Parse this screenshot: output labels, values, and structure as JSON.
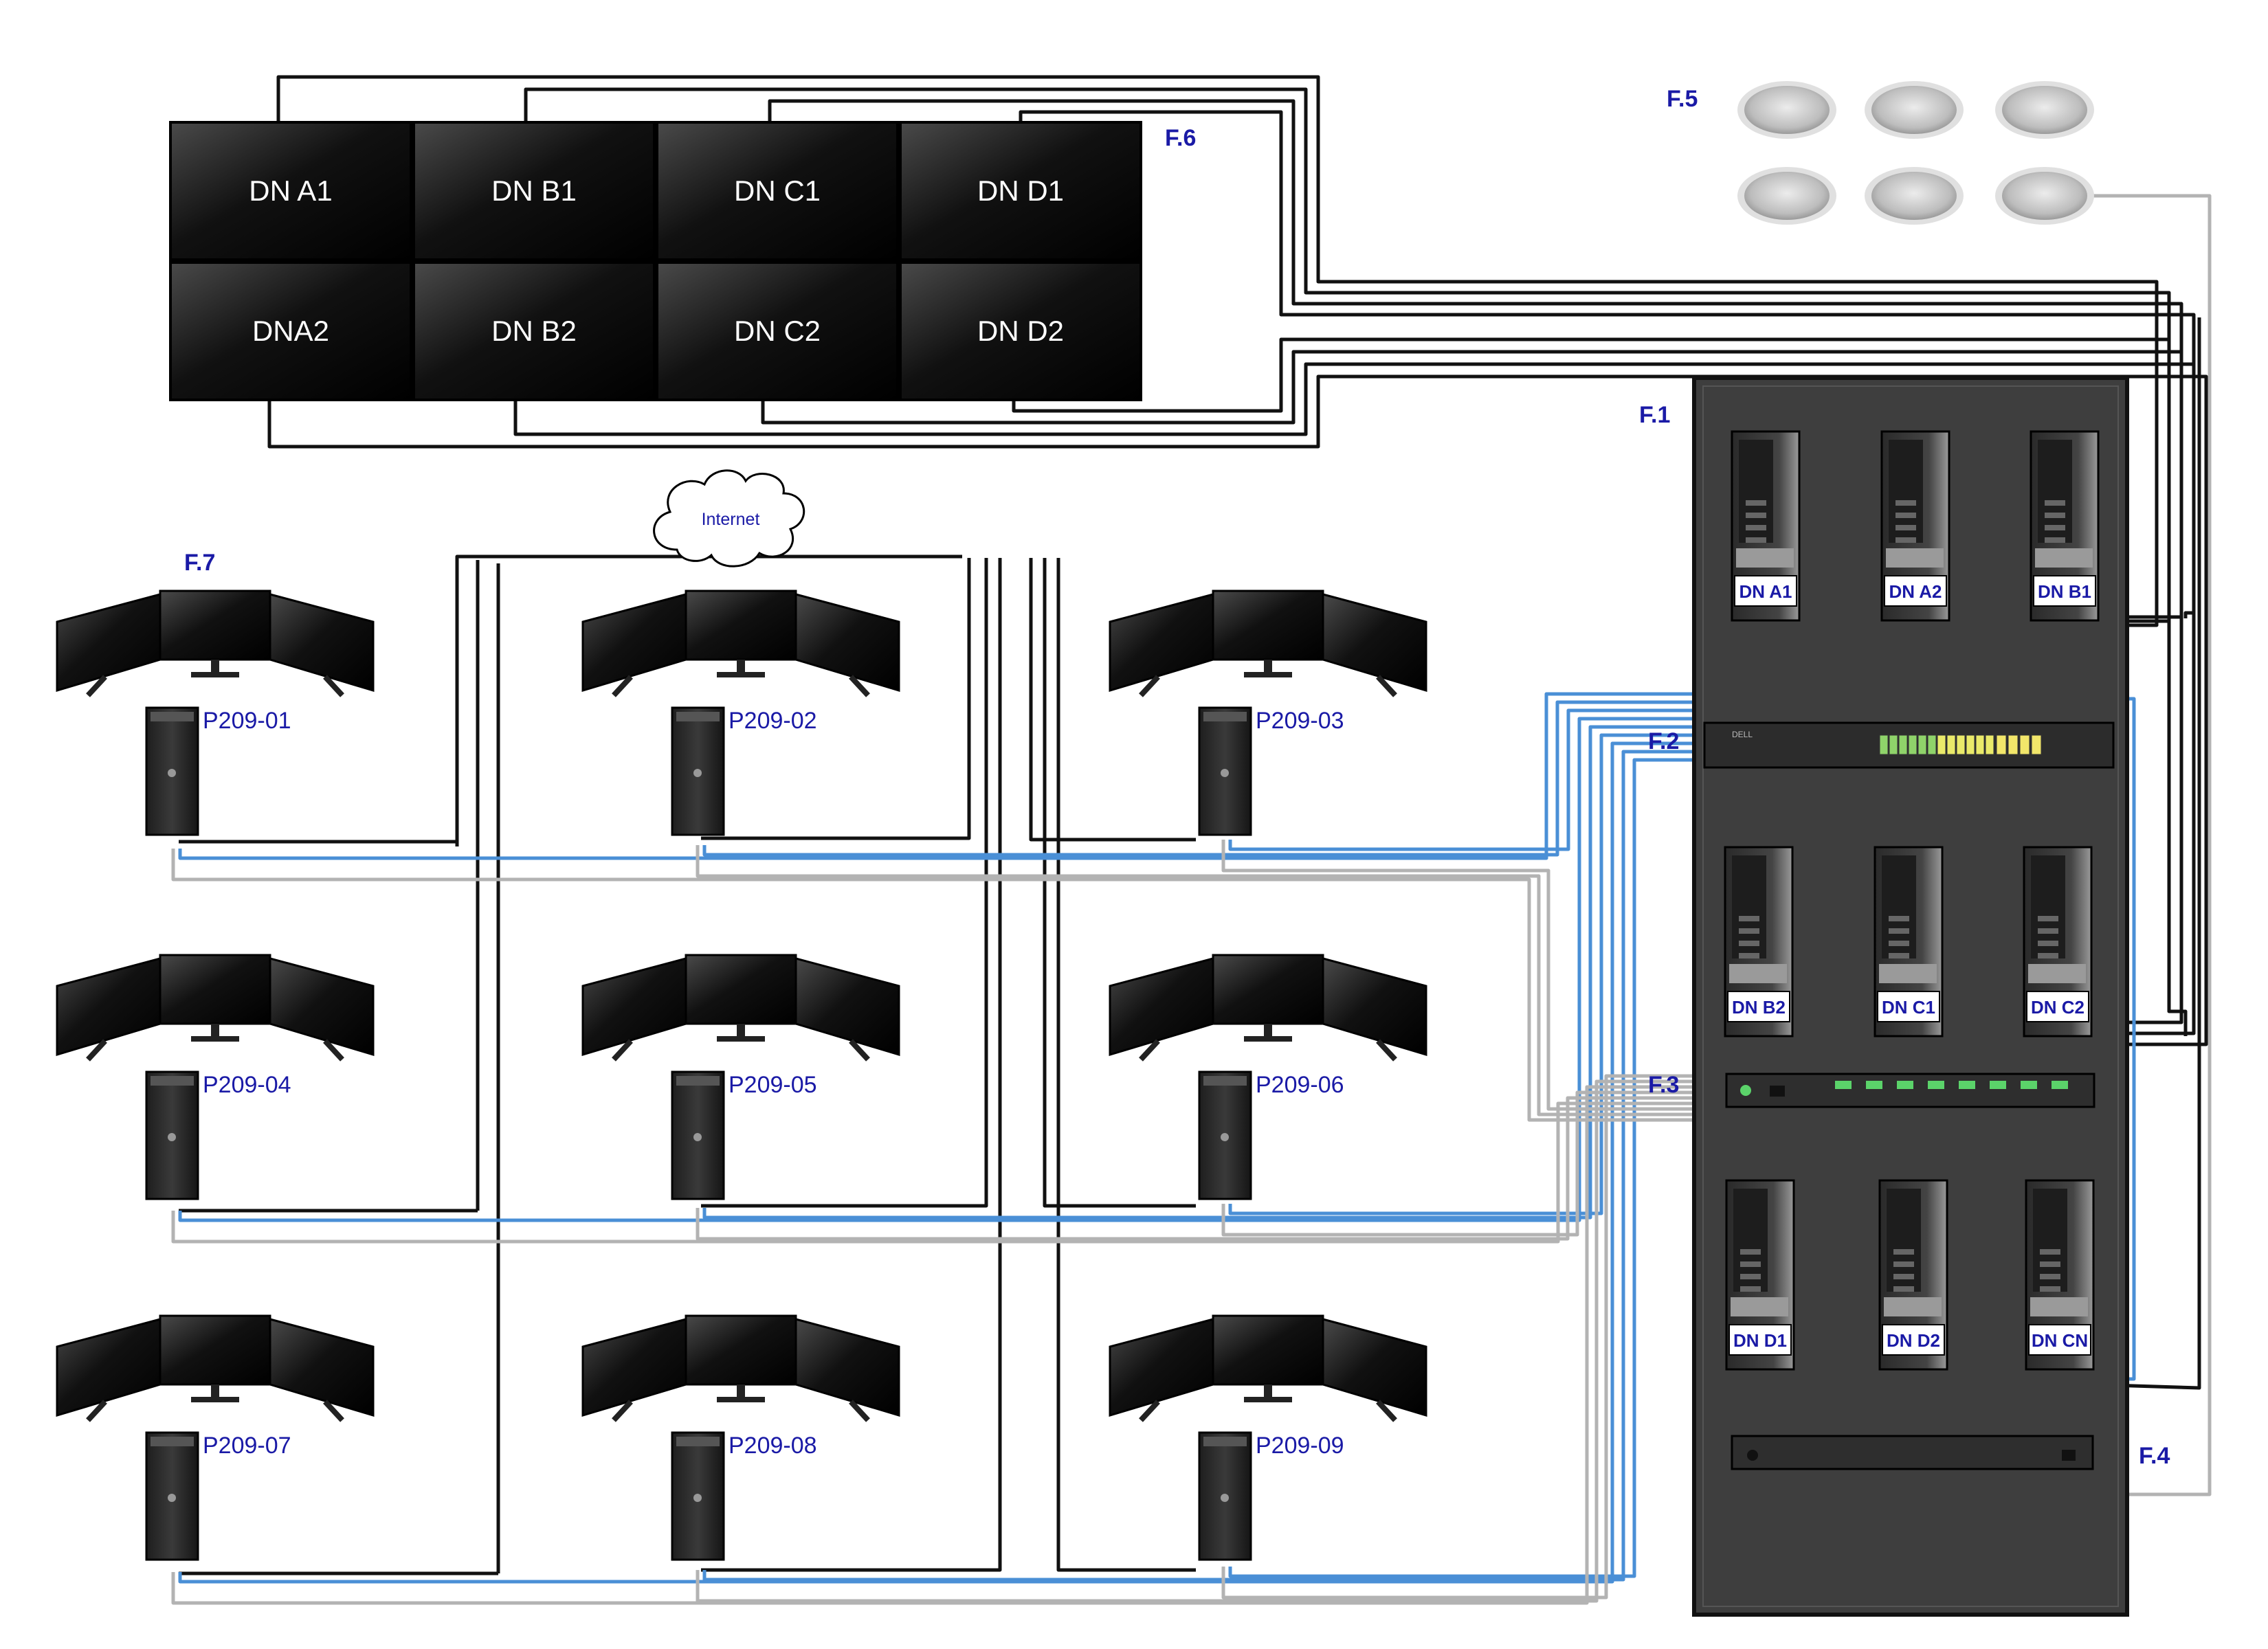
{
  "video_wall": {
    "label": "F.6",
    "top_row": [
      "DN A1",
      "DN B1",
      "DN C1",
      "DN D1"
    ],
    "bottom_row": [
      "DNA2",
      "DN B2",
      "DN C2",
      "DN D2"
    ]
  },
  "speakers": {
    "label": "F.5"
  },
  "cloud": {
    "label": "Internet"
  },
  "workstations": {
    "label": "F.7",
    "names": [
      "P209-01",
      "P209-02",
      "P209-03",
      "P209-04",
      "P209-05",
      "P209-06",
      "P209-07",
      "P209-08",
      "P209-09"
    ]
  },
  "rack": {
    "label": "F.1",
    "row1": [
      "DN A1",
      "DN A2",
      "DN B1"
    ],
    "row2": [
      "DN B2",
      "DN C1",
      "DN C2"
    ],
    "row3": [
      "DN D1",
      "DN D2",
      "DN CN"
    ],
    "switch": {
      "label": "F.2",
      "brand": "DELL"
    },
    "hub": {
      "label": "F.3"
    },
    "kvm": {
      "label": "F.4"
    }
  },
  "colors": {
    "data_cable": "#4a8fd6",
    "video_cable": "#111111",
    "aux_cable": "#b3b3b3",
    "label_blue": "#1a1aa6"
  }
}
